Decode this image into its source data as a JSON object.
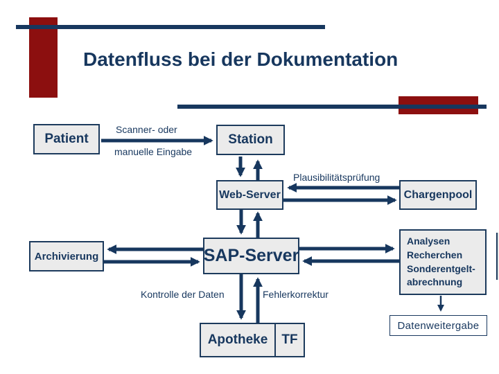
{
  "slide": {
    "title": "Datenfluss bei der Dokumentation"
  },
  "colors": {
    "navy": "#17375e",
    "dark_red": "#8c0f0f",
    "box_fill": "#ebebeb",
    "box_border": "#1c3a5c"
  },
  "boxes": {
    "patient": {
      "label": "Patient"
    },
    "station": {
      "label": "Station"
    },
    "web_server": {
      "label": "Web-Server"
    },
    "chargenpool": {
      "label": "Chargenpool"
    },
    "archivierung": {
      "label": "Archivierung"
    },
    "sap_server": {
      "label": "SAP-Server"
    },
    "analysen": {
      "lines": [
        "Analysen",
        "Recherchen",
        "Sonderentgelt-",
        "abrechnung"
      ]
    },
    "apotheke": {
      "label": "Apotheke"
    },
    "tf": {
      "label": "TF"
    },
    "datenweitergabe": {
      "label": "Datenweitergabe"
    }
  },
  "annotations": {
    "scanner_oder": "Scanner- oder",
    "manuelle_eingabe": "manuelle Eingabe",
    "plausibilitaetspruefung": "Plausibilitätsprüfung",
    "kontrolle_der_daten": "Kontrolle der Daten",
    "fehlerkorrektur": "Fehlerkorrektur"
  }
}
